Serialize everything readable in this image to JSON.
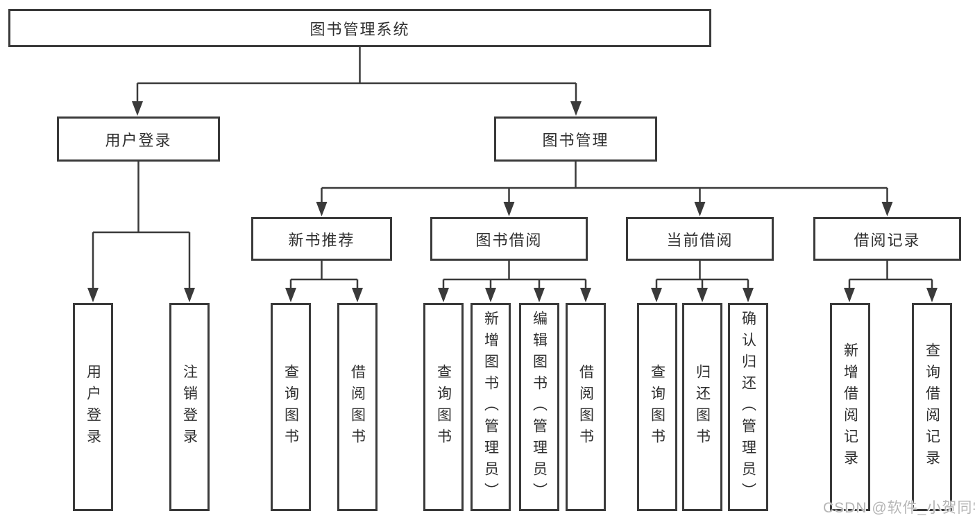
{
  "tree": {
    "root": "图书管理系统",
    "level2": [
      {
        "label": "用户登录",
        "children": [
          "用户登录",
          "注销登录"
        ]
      },
      {
        "label": "图书管理",
        "children": [
          {
            "label": "新书推荐",
            "children": [
              "查询图书",
              "借阅图书"
            ]
          },
          {
            "label": "图书借阅",
            "children": [
              "查询图书",
              "新增图书（管理员）",
              "编辑图书（管理员）",
              "借阅图书"
            ]
          },
          {
            "label": "当前借阅",
            "children": [
              "查询图书",
              "归还图书",
              "确认归还（管理员）"
            ]
          },
          {
            "label": "借阅记录",
            "children": [
              "新增借阅记录",
              "查询借阅记录"
            ]
          }
        ]
      }
    ]
  },
  "watermark": "CSDN @软件_小贺同学",
  "colors": {
    "line": "#3a3a3a",
    "box_border": "#3a3a3a",
    "box_background": "#ffffff",
    "text": "#2f2f2f",
    "watermark": "#b5b5b5",
    "background": "#ffffff"
  }
}
